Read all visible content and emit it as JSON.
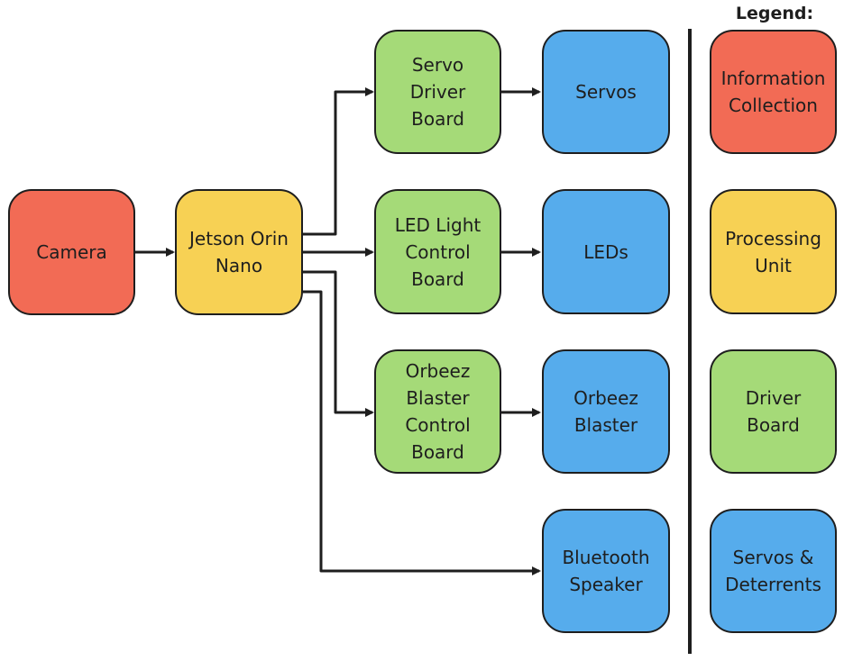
{
  "colors": {
    "info": "#f26b55",
    "processing": "#f7d154",
    "driver": "#a5da78",
    "output": "#56acec",
    "stroke": "#1e1e1e"
  },
  "nodes": {
    "camera": "Camera",
    "jetson": "Jetson Orin\nNano",
    "servo_driver": "Servo Driver\nBoard",
    "led_board": "LED Light\nControl\nBoard",
    "orbeez_board": "Orbeez\nBlaster\nControl\nBoard",
    "servos": "Servos",
    "leds": "LEDs",
    "orbeez_blaster": "Orbeez\nBlaster",
    "speaker": "Bluetooth\nSpeaker"
  },
  "legend": {
    "title": "Legend:",
    "info": "Information\nCollection",
    "processing": "Processing\nUnit",
    "driver": "Driver\nBoard",
    "output": "Servos &\nDeterrents"
  },
  "edges": [
    [
      "camera",
      "jetson"
    ],
    [
      "jetson",
      "servo_driver"
    ],
    [
      "jetson",
      "led_board"
    ],
    [
      "jetson",
      "orbeez_board"
    ],
    [
      "jetson",
      "speaker"
    ],
    [
      "servo_driver",
      "servos"
    ],
    [
      "led_board",
      "leds"
    ],
    [
      "orbeez_board",
      "orbeez_blaster"
    ]
  ]
}
